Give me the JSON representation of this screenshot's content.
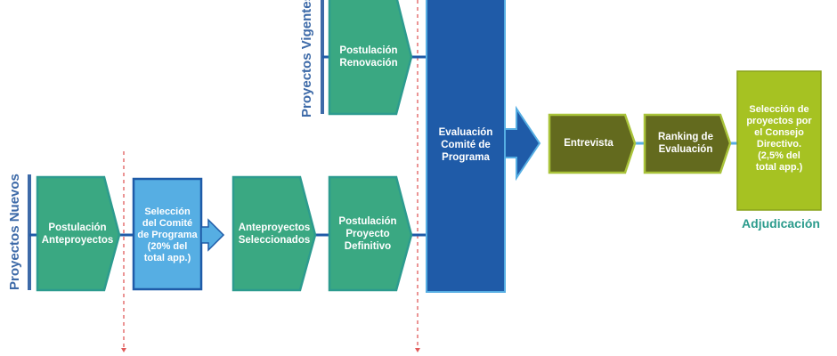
{
  "lanes": {
    "vigentes": "Proyectos Vigentes",
    "nuevos": "Proyectos Nuevos"
  },
  "nodes": {
    "postulacion_renovacion": "Postulación\nRenovación",
    "evaluacion_comite": "Evaluación\nComité de\nPrograma",
    "postulacion_anteproyectos": "Postulación\nAnteproyectos",
    "seleccion_comite": "Selección\ndel Comité\nde Programa\n(20% del\ntotal app.)",
    "anteproyectos_seleccionados": "Anteproyectos\nSeleccionados",
    "postulacion_proyecto_definitivo": "Postulación\nProyecto\nDefinitivo",
    "entrevista": "Entrevista",
    "ranking_evaluacion": "Ranking de\nEvaluación",
    "seleccion_consejo": "Selección de\nproyectos por\nel Consejo\nDirectivo.\n(2,5% del\ntotal app.)"
  },
  "outcome": "Adjudicación",
  "colors": {
    "teal": "#3aa882",
    "teal_border": "#2c9b8e",
    "blue_dark": "#1f5ba8",
    "blue_light": "#56aee3",
    "olive": "#636a1e",
    "olive_border": "#a9c33a",
    "lime": "#a6c222",
    "lane_blue": "#3d6aa8",
    "dash_red": "#e05a5a",
    "outcome_text": "#2b9b8c"
  }
}
